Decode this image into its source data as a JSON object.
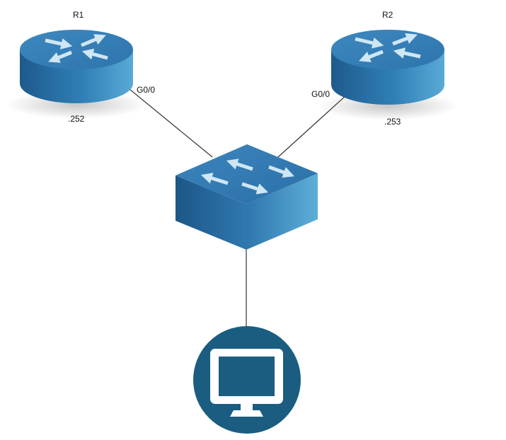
{
  "diagram": {
    "routers": [
      {
        "name": "R1",
        "interface": "G0/0",
        "address": ".252"
      },
      {
        "name": "R2",
        "interface": "G0/0",
        "address": ".253"
      }
    ],
    "switch": {
      "icon": "switch-icon"
    },
    "host": {
      "icon": "monitor-icon"
    },
    "colors": {
      "device_dark": "#1f5f92",
      "device_mid": "#2e7ab3",
      "device_light": "#5aa9d6",
      "arrow": "#cfe6f3",
      "host_circle": "#1a5d80",
      "link": "#333333"
    }
  }
}
